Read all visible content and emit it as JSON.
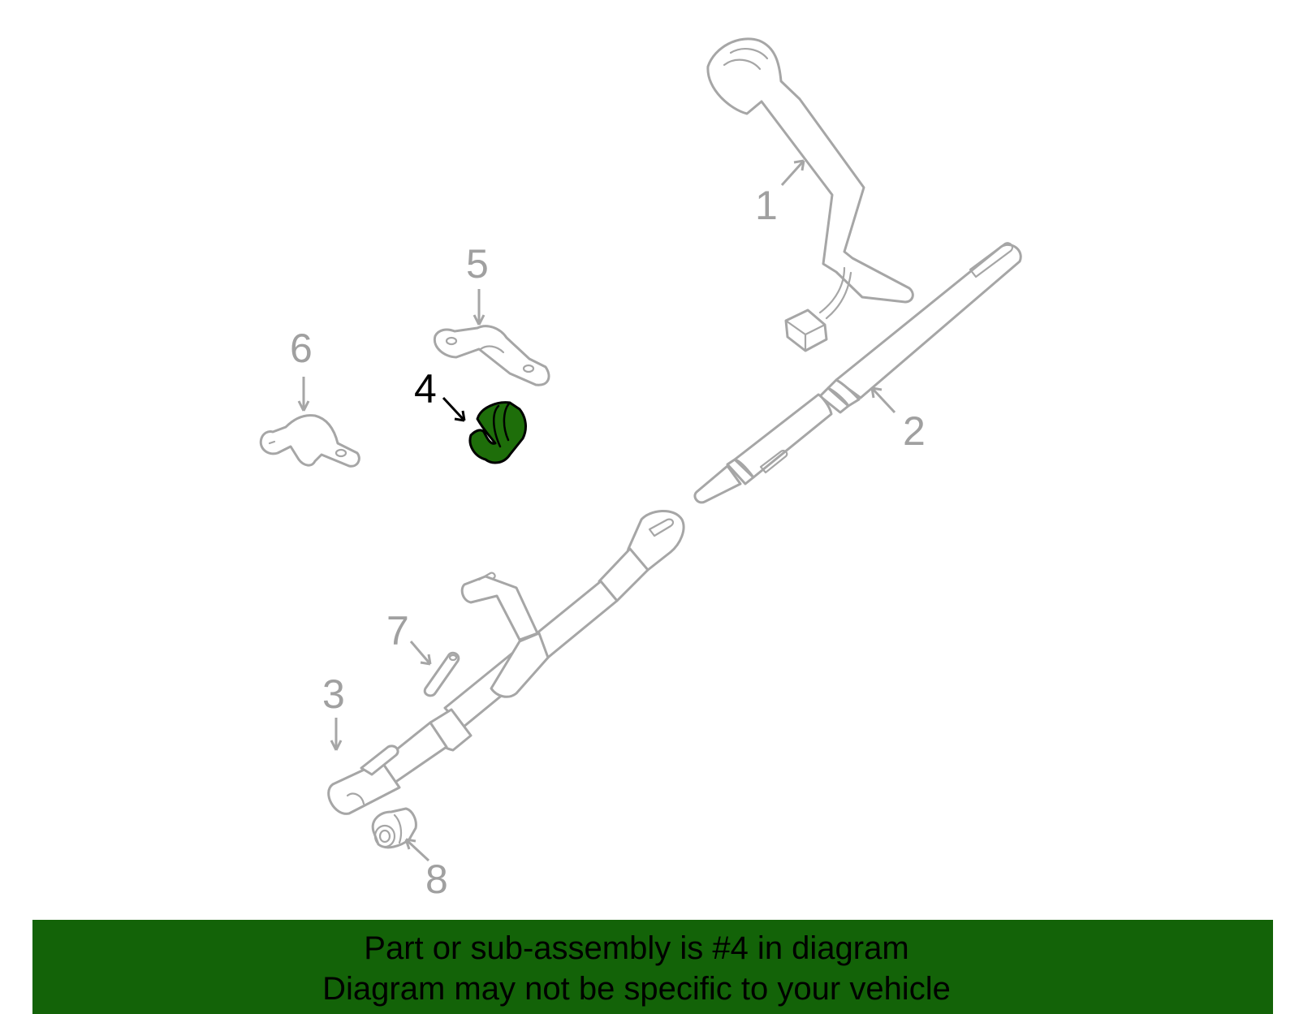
{
  "callouts": {
    "c1": "1",
    "c2": "2",
    "c3": "3",
    "c4": "4",
    "c5": "5",
    "c6": "6",
    "c7": "7",
    "c8": "8"
  },
  "highlighted_part": "4",
  "colors": {
    "highlight_fill": "#1e6e0a",
    "banner_background": "#136308",
    "part_outline": "#a6a6a6",
    "callout_text": "#a0a0a0"
  },
  "banner": {
    "line1": "Part or sub-assembly is #4 in diagram",
    "line2": "Diagram may not be specific to your vehicle"
  }
}
